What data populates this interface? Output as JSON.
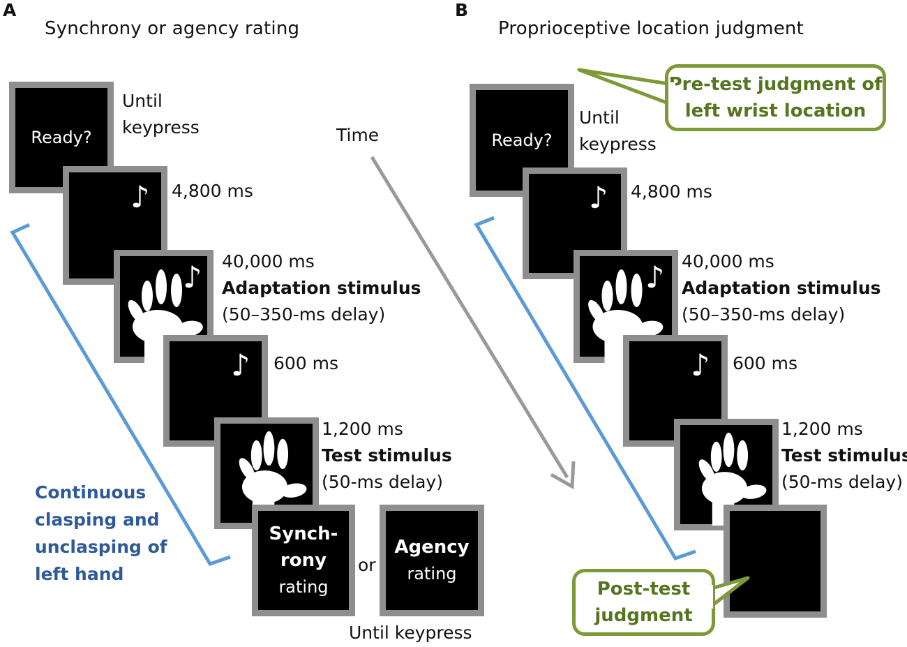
{
  "panel_a": {
    "letter": "A",
    "title": "Synchrony or agency rating",
    "screens": {
      "ready": "Ready?",
      "synch_line1": "Synch-",
      "synch_line2": "rony",
      "synch_line3": "rating",
      "agency_line1": "Agency",
      "agency_line2": "rating"
    },
    "labels": {
      "until_1": "Until",
      "until_2": "keypress",
      "t4800": "4,800 ms",
      "t40000": "40,000 ms",
      "adaptation": "Adaptation stimulus",
      "adaptation_delay": "(50–350-ms delay)",
      "t600": "600 ms",
      "t1200": "1,200 ms",
      "test": "Test stimulus",
      "test_delay": "(50-ms delay)",
      "or": "or",
      "until_keypress": "Until keypress"
    },
    "side_text": [
      "Continuous",
      "clasping and",
      "unclasping of",
      "left hand"
    ]
  },
  "time_label": "Time",
  "panel_b": {
    "letter": "B",
    "title": "Proprioceptive location judgment",
    "screens": {
      "ready": "Ready?"
    },
    "labels": {
      "until_1": "Until",
      "until_2": "keypress",
      "t4800": "4,800 ms",
      "t40000": "40,000 ms",
      "adaptation": "Adaptation stimulus",
      "adaptation_delay": "(50–350-ms delay)",
      "t600": "600 ms",
      "t1200": "1,200 ms",
      "test": "Test stimulus",
      "test_delay": "(50-ms delay)"
    },
    "callout_pre": [
      "Pre-test judgment of",
      "left wrist location"
    ],
    "callout_post": [
      "Post-test",
      "judgment"
    ]
  },
  "colors": {
    "frame": "#8e8e8e",
    "bracket": "#5b9bd5",
    "side_text": "#2e5a9a",
    "callout_border": "#7d9a37",
    "callout_text": "#55751f",
    "arrow": "#999999"
  },
  "icons": [
    "music-note-icon",
    "hand-icon"
  ]
}
